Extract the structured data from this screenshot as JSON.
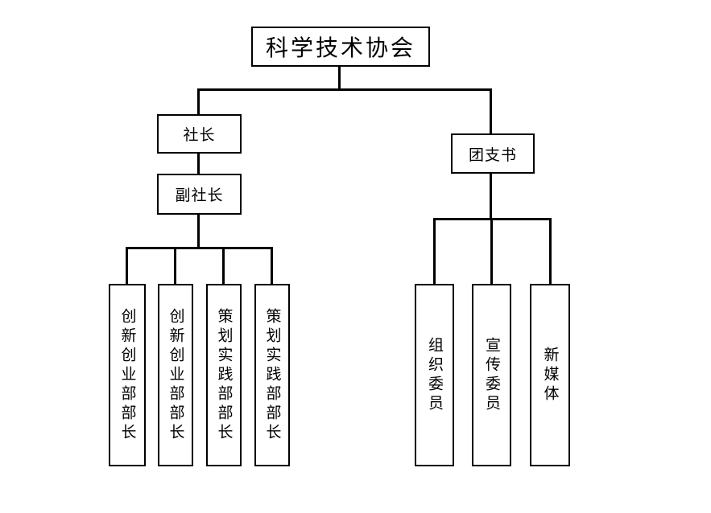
{
  "diagram": {
    "title": "科学技术协会",
    "nodes": {
      "president": "社长",
      "vice_president": "副社长",
      "league_secretary": "团支书"
    },
    "left_leaves": [
      {
        "label": "创新创业部部长"
      },
      {
        "label": "创新创业部部长"
      },
      {
        "label": "策划实践部部长"
      },
      {
        "label": "策划实践部部长"
      }
    ],
    "right_leaves": [
      {
        "label": "组织委员"
      },
      {
        "label": "宣传委员"
      },
      {
        "label": "新媒体"
      }
    ],
    "colors": {
      "background": "#ffffff",
      "line": "#000000",
      "border": "#000000",
      "text": "#000000"
    }
  }
}
